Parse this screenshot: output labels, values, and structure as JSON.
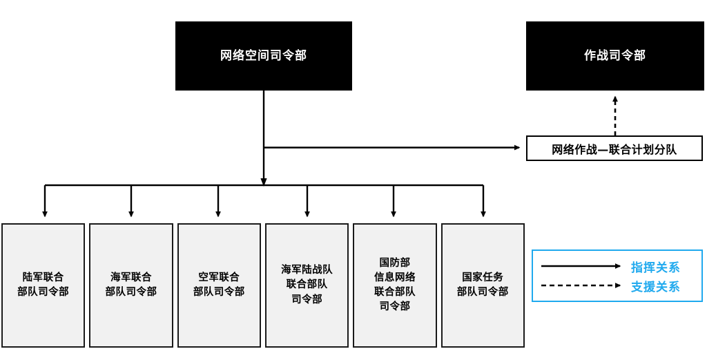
{
  "diagram": {
    "title_boxes": [
      {
        "id": "cyberspace-command",
        "label": "网络空间司令部"
      },
      {
        "id": "combatant-command",
        "label": "作战司令部"
      }
    ],
    "planning_box": {
      "id": "joint-planning",
      "label": "网络作战—联合计划分队"
    },
    "components": [
      {
        "id": "army-joint-force-hq",
        "label": "陆军联合\n部队司令部"
      },
      {
        "id": "navy-joint-force-hq",
        "label": "海军联合\n部队司令部"
      },
      {
        "id": "air-force-joint-force-hq",
        "label": "空军联合\n部队司令部"
      },
      {
        "id": "marine-corps-joint-force-hq",
        "label": "海军陆战队\n联合部队\n司令部"
      },
      {
        "id": "dodin-joint-force-hq",
        "label": "国防部\n信息网络\n联合部队\n司令部"
      },
      {
        "id": "national-mission-force-hq",
        "label": "国家任务\n部队司令部"
      }
    ],
    "legend": {
      "items": [
        {
          "id": "command-relationship",
          "label": "指挥关系",
          "line": "solid"
        },
        {
          "id": "support-relationship",
          "label": "支援关系",
          "line": "dashed"
        }
      ],
      "border_color": "#1fa9ee",
      "text_color": "#1fa9ee"
    },
    "colors": {
      "box_fill_dark": "#000000",
      "box_text_light": "#ffffff",
      "component_fill": "#f1f1f1",
      "line_color": "#000000",
      "accent": "#1fa9ee"
    }
  }
}
